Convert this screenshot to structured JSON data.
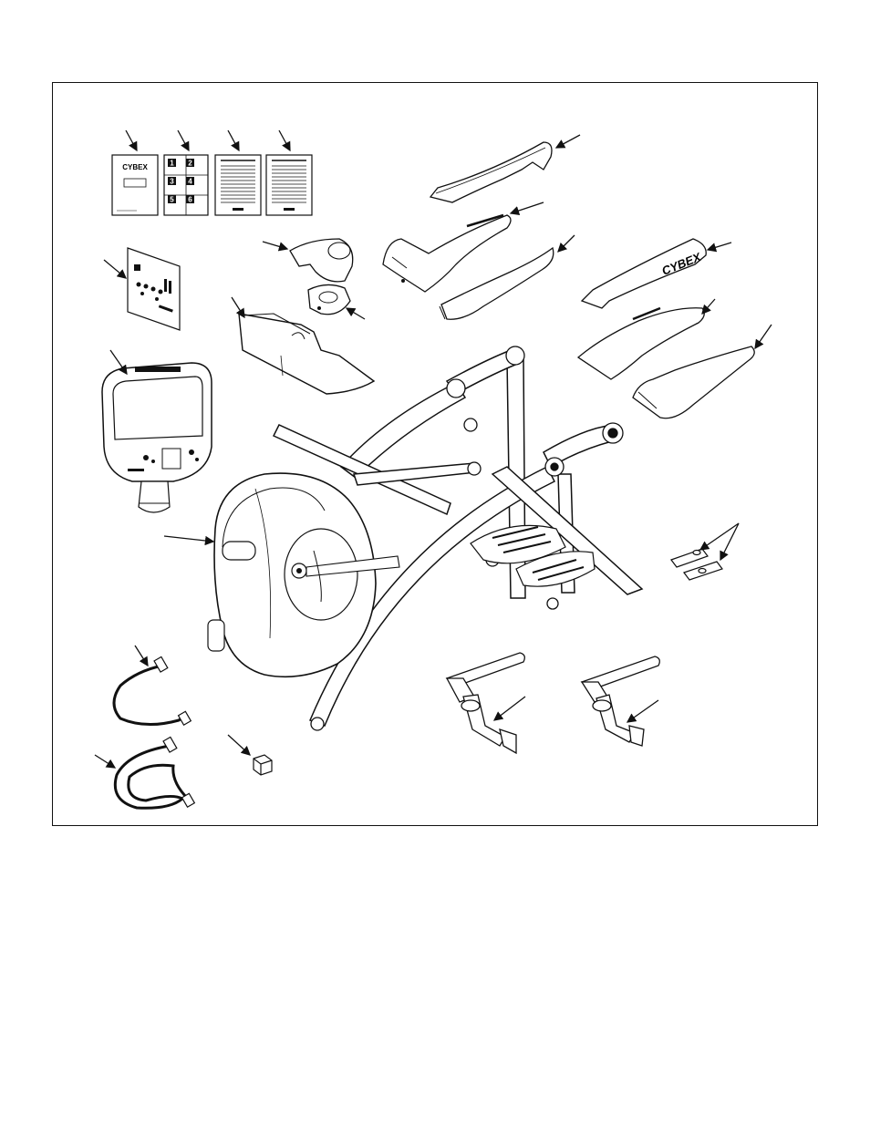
{
  "figure": {
    "brand": "CYBEX",
    "manual_tile_numbers": [
      "1",
      "2",
      "3",
      "4",
      "5",
      "6"
    ]
  },
  "colors": {
    "ink": "#111111",
    "paper": "#ffffff",
    "shade": "#d9d9d9"
  }
}
